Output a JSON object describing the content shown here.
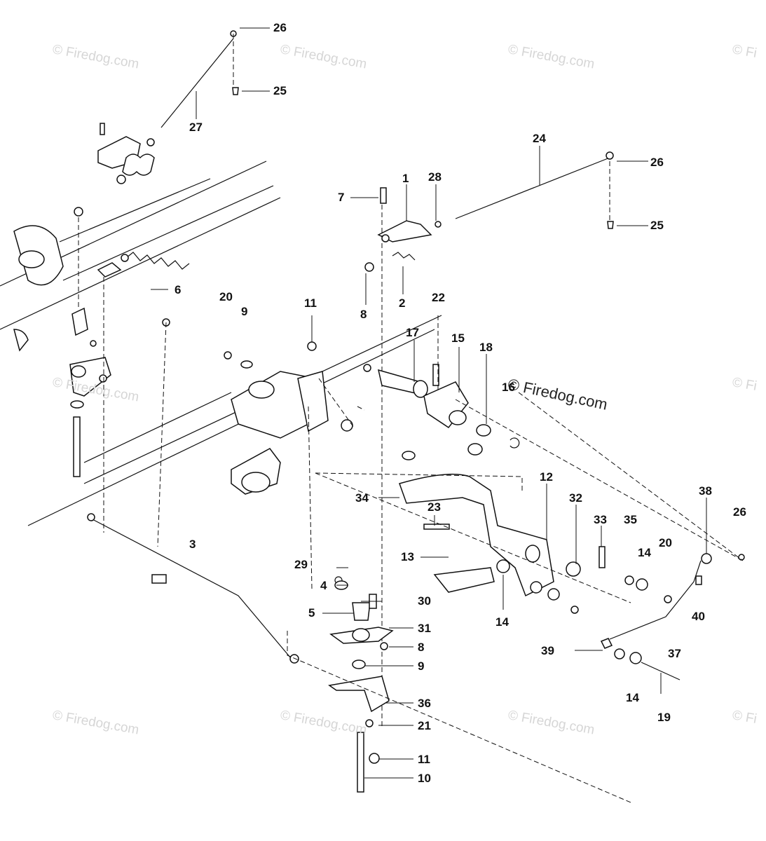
{
  "watermarks": [
    "© Firedog.com",
    "© Firedog.com",
    "© Firedog.com",
    "© Fi",
    "© Firedog.com",
    "© Fi",
    "© Firedog.com",
    "© Firedog.com",
    "© Firedog.com",
    "© Fi"
  ],
  "main_watermark": "© Firedog.com",
  "callouts": {
    "c1": "1",
    "c2": "2",
    "c3": "3",
    "c4": "4",
    "c5": "5",
    "c6": "6",
    "c7": "7",
    "c8a": "8",
    "c8b": "8",
    "c9a": "9",
    "c9b": "9",
    "c10": "10",
    "c11a": "11",
    "c11b": "11",
    "c12": "12",
    "c13": "13",
    "c14a": "14",
    "c14b": "14",
    "c14c": "14",
    "c15": "15",
    "c16": "16",
    "c17": "17",
    "c18": "18",
    "c19": "19",
    "c20a": "20",
    "c20b": "20",
    "c21": "21",
    "c22": "22",
    "c23": "23",
    "c24": "24",
    "c25a": "25",
    "c25b": "25",
    "c26a": "26",
    "c26b": "26",
    "c26c": "26",
    "c27": "27",
    "c28": "28",
    "c29": "29",
    "c30": "30",
    "c31": "31",
    "c32": "32",
    "c33": "33",
    "c34": "34",
    "c35": "35",
    "c36": "36",
    "c37": "37",
    "c38": "38",
    "c39": "39",
    "c40": "40"
  }
}
